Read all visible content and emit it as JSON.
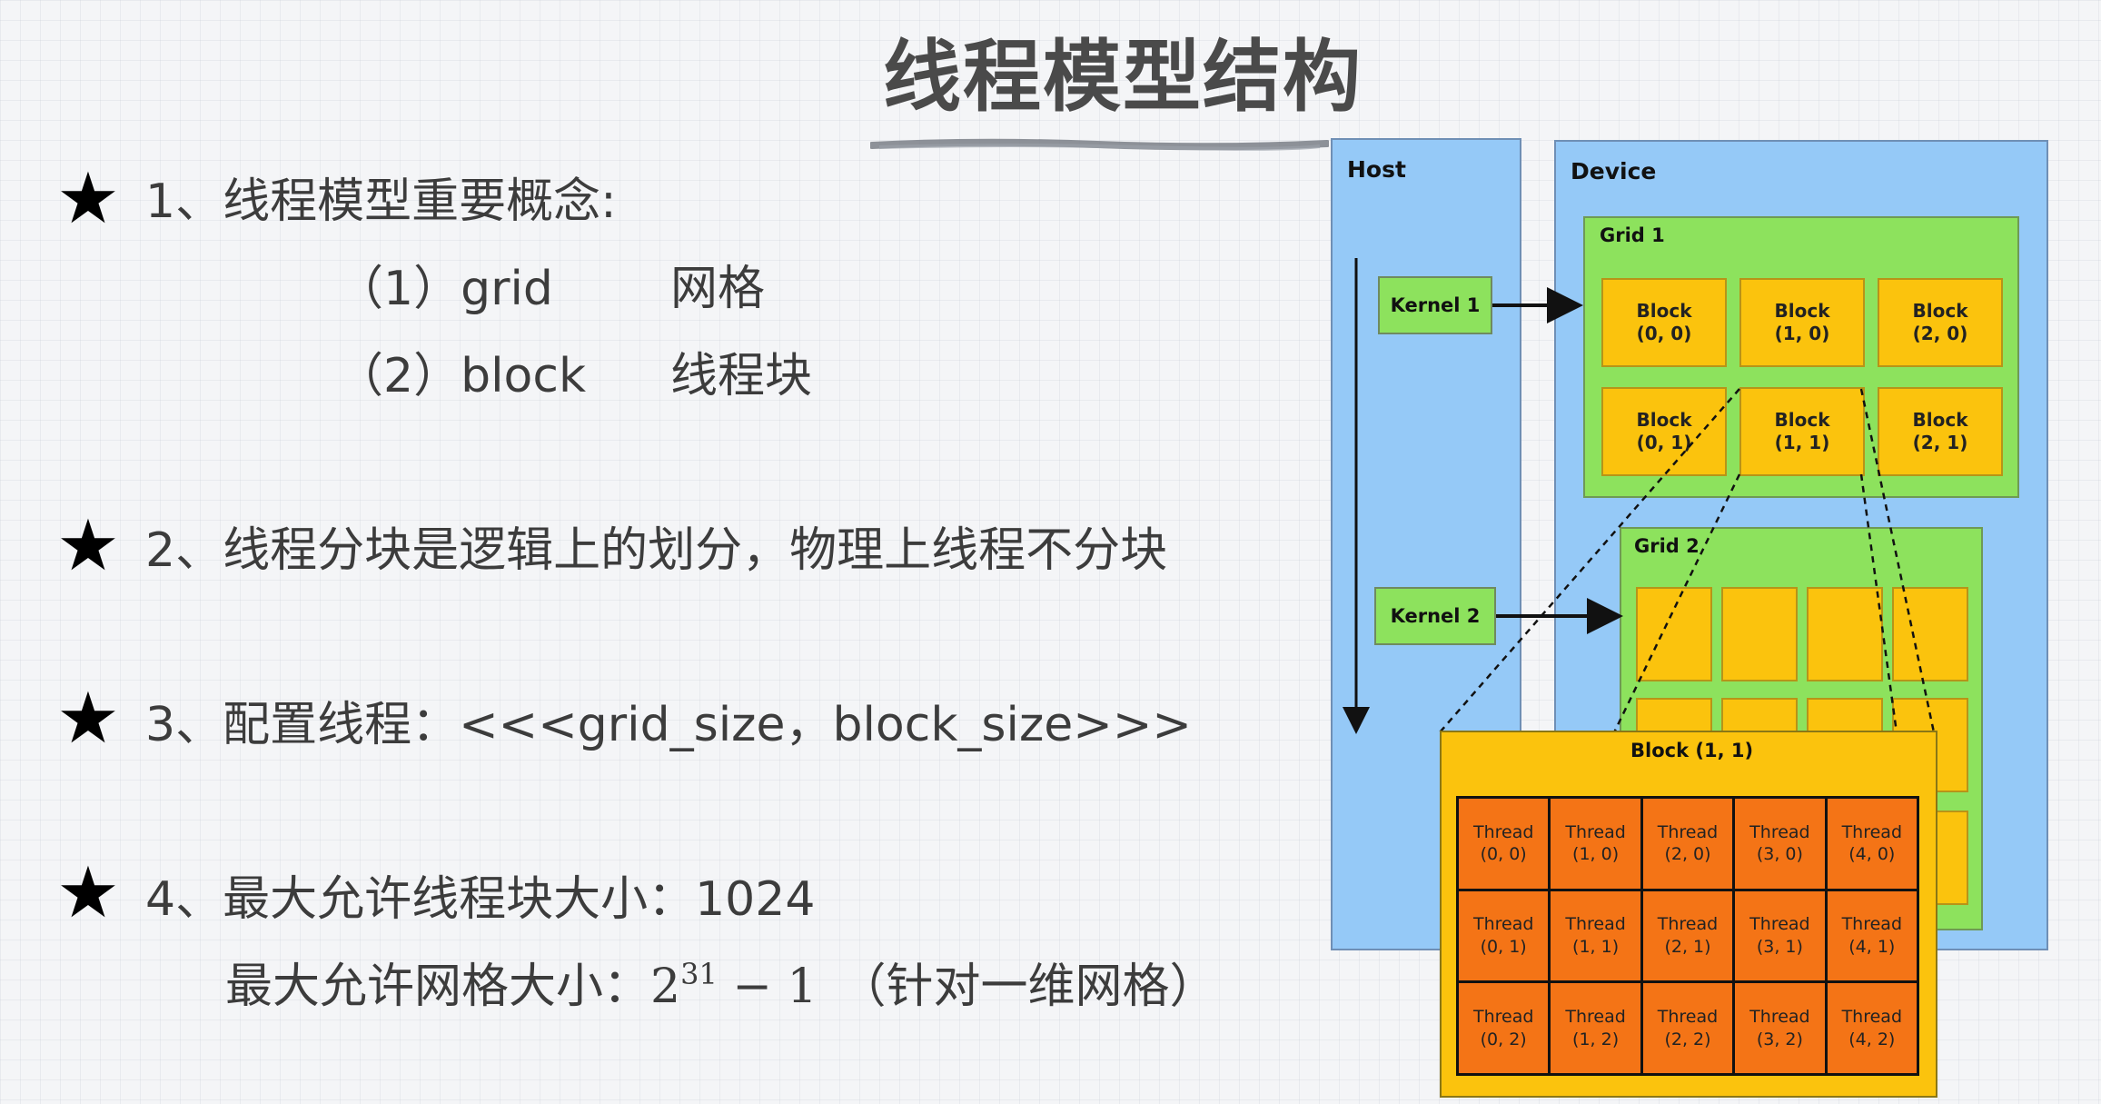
{
  "title": "线程模型结构",
  "bullets": {
    "b1": {
      "text": "1、线程模型重要概念:",
      "items": [
        {
          "term": "（1）grid",
          "meaning": "网格"
        },
        {
          "term": "（2）block",
          "meaning": "线程块"
        }
      ]
    },
    "b2": {
      "text": "2、线程分块是逻辑上的划分，物理上线程不分块"
    },
    "b3": {
      "text": "3、配置线程：<<<grid_size，block_size>>>"
    },
    "b4": {
      "text": "4、最大允许线程块大小：1024",
      "sub_prefix": "最大允许网格大小：",
      "sub_base": "2",
      "sub_exp": "31",
      "sub_minus": " − 1",
      "sub_suffix": "（针对一维网格）"
    }
  },
  "diagram": {
    "host_label": "Host",
    "device_label": "Device",
    "grid1_label": "Grid 1",
    "grid2_label": "Grid 2",
    "kernel1": "Kernel 1",
    "kernel2": "Kernel 2",
    "blocks": [
      {
        "line1": "Block",
        "line2": "(0, 0)"
      },
      {
        "line1": "Block",
        "line2": "(1, 0)"
      },
      {
        "line1": "Block",
        "line2": "(2, 0)"
      },
      {
        "line1": "Block",
        "line2": "(0, 1)"
      },
      {
        "line1": "Block",
        "line2": "(1, 1)"
      },
      {
        "line1": "Block",
        "line2": "(2, 1)"
      }
    ],
    "zoom_label": "Block (1, 1)",
    "threads": [
      {
        "line1": "Thread",
        "line2": "(0, 0)"
      },
      {
        "line1": "Thread",
        "line2": "(1, 0)"
      },
      {
        "line1": "Thread",
        "line2": "(2, 0)"
      },
      {
        "line1": "Thread",
        "line2": "(3, 0)"
      },
      {
        "line1": "Thread",
        "line2": "(4, 0)"
      },
      {
        "line1": "Thread",
        "line2": "(0, 1)"
      },
      {
        "line1": "Thread",
        "line2": "(1, 1)"
      },
      {
        "line1": "Thread",
        "line2": "(2, 1)"
      },
      {
        "line1": "Thread",
        "line2": "(3, 1)"
      },
      {
        "line1": "Thread",
        "line2": "(4, 1)"
      },
      {
        "line1": "Thread",
        "line2": "(0, 2)"
      },
      {
        "line1": "Thread",
        "line2": "(1, 2)"
      },
      {
        "line1": "Thread",
        "line2": "(2, 2)"
      },
      {
        "line1": "Thread",
        "line2": "(3, 2)"
      },
      {
        "line1": "Thread",
        "line2": "(4, 2)"
      }
    ]
  },
  "colors": {
    "host_device_bg": "#95c9f7",
    "grid_bg": "#8de25d",
    "block_bg": "#fbc30d",
    "thread_bg": "#f47416"
  }
}
